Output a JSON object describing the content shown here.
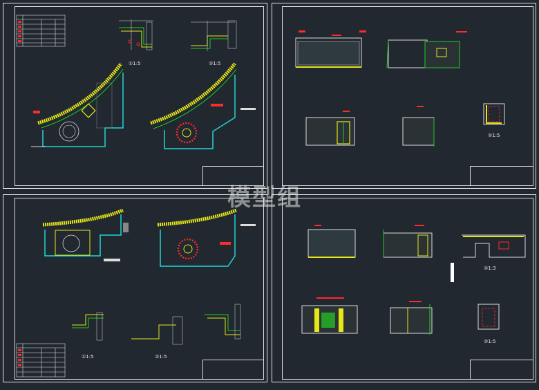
{
  "watermark": "模型组",
  "sheets": [
    {
      "id": "sheet-top-left",
      "scale_labels": [
        "①1:5",
        "②1:5"
      ]
    },
    {
      "id": "sheet-top-right",
      "scale_labels": [
        "①1:5"
      ]
    },
    {
      "id": "sheet-bottom-left",
      "scale_labels": [
        "①1:5",
        "②1:5"
      ]
    },
    {
      "id": "sheet-bottom-right",
      "scale_labels": [
        "①1:3",
        "②1:5"
      ]
    }
  ],
  "colors": {
    "background": "#212830",
    "frame": "#e8e8e8",
    "yellow": "#e6e619",
    "green": "#22cc22",
    "red": "#ff2a2a",
    "cyan": "#22d6d6",
    "magenta": "#e020e0"
  }
}
